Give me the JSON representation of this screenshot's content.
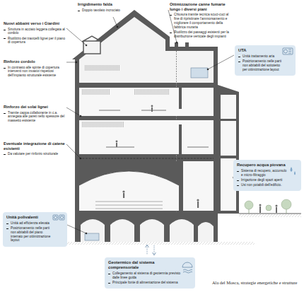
{
  "diagram": {
    "caption": "Ala del Mosca, strategie energetiche e strutture",
    "nodes": [
      {
        "text": [
          "UTA",
          "Unità trattamento aria",
          "Posizionamento nelle parti non abitabili del sottotetto per ottimizzazione layout"
        ]
      },
      {
        "text": [
          "Recupero acqua piovana",
          "Sistema di recupero, accumulo e micro-filtraggio",
          "Irrigazione degli spazi aperti",
          "Usi non potabili dell'edificio."
        ]
      },
      {
        "text": [
          "Unità polivalenti",
          "Unità ad efficienza elevata",
          "Posizionamento nelle parti non abitabili del piano interrato per ottimizzazione layout"
        ]
      },
      {
        "text": [
          "Geotermico dal sistema comprensoriale",
          "Collegamento al sistema di geotermia previsto dalle linee guida",
          "Principale fonte di alimentazione del sistema"
        ]
      }
    ],
    "labels": [
      "Irrigidimento falda",
      "Doppio tavolato incrociato",
      "Ottimizzazione canne fumarie lungo i diversi piani",
      "Chiusura tramite tecnica scuci-cuci al fine di ripristinare l'ammorsamento e migliorare il comportamento della fabbrica muraria",
      "Riutilizzo dei passaggi esistenti per la distribuzione verticale degli impianti",
      "Nuovi abbaini verso i Giardini",
      "Struttura in acciaio leggera collegata al cordolo",
      "Riutilizzo dei travicelli lignei per il piano di copertura",
      "Rinforzo cordolo",
      "In contrasto alle spinte di copertura interventi non invasivi rispettosi dell'impianto strutturale esistente",
      "Rinforzo dei solai lignei",
      "Tramite cappa collaborante in c.a. annegata alle pareti nello spessore del massetto esistente",
      "Eventuale integrazione di catene esistenti",
      "Da valutare per rinforzo strutturale"
    ]
  }
}
